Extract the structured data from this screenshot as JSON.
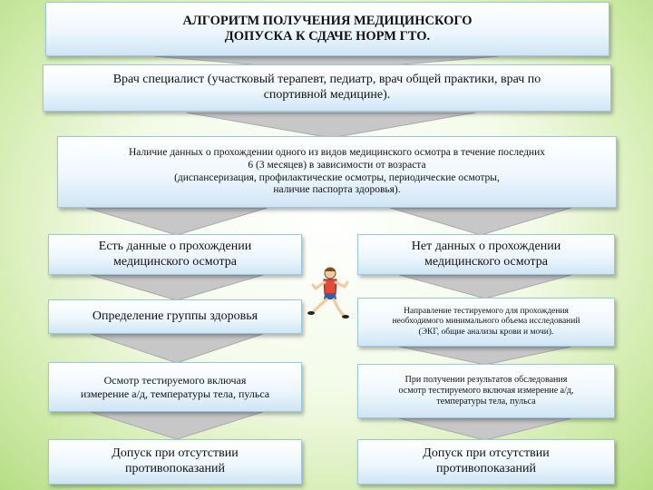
{
  "title": "АЛГОРИТМ ПОЛУЧЕНИЯ МЕДИЦИНСКОГО\nДОПУСКА К СДАЧЕ НОРМ ГТО.",
  "step1": "Врач специалист (участковый терапевт, педиатр, врач общей практики, врач по\nспортивной медицине).",
  "step2": "Наличие данных о прохождении одного из видов медицинского осмотра в течение последних\n6 (3 месяцев) в зависимости от возраста\n(диспансеризация, профилактические осмотры, периодические осмотры,\nналичие паспорта здоровья).",
  "left": {
    "has_data": "Есть данные о прохождении\nмедицинского осмотра",
    "health_group": "Определение группы здоровья",
    "exam": "Осмотр тестируемого включая\nизмерение а/д, температуры тела, пульса",
    "admission": "Допуск при отсутствии\nпротивопоказаний"
  },
  "right": {
    "no_data": "Нет данных о прохождении\nмедицинского осмотра",
    "referral": "Направление тестируемого для прохождения\nнеобходимого минимального объема исследований\n(ЭКГ, общие анализы крови и мочи).",
    "exam_after": "При получении результатов обследования\nосмотр тестируемого включая измерение а/д,\nтемпературы тела, пульса",
    "admission": "Допуск при отсутствии\nпротивопоказаний"
  },
  "colors": {
    "box_border": "#9cc6e2",
    "arrow_fill": "#c7c7c7",
    "background_edge": "#b5de86"
  },
  "decoration": "runner-illustration"
}
